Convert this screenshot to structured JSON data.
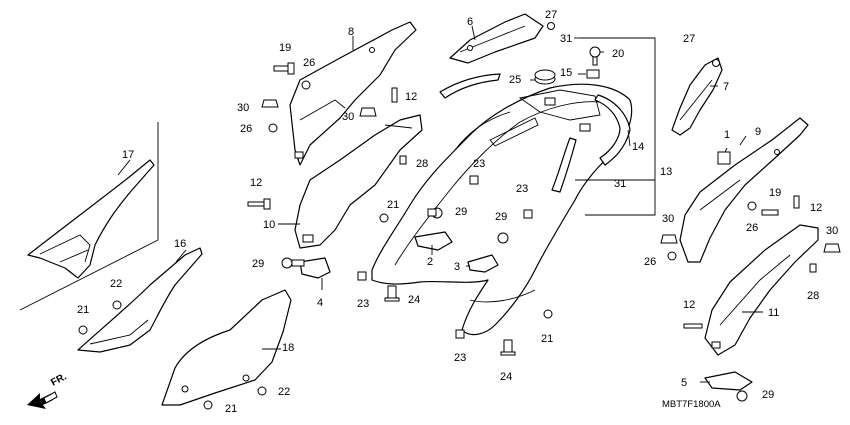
{
  "diagram_code": "MBT7F1800A",
  "front_indicator": "FR.",
  "callouts": [
    {
      "id": "c1",
      "text": "1"
    },
    {
      "id": "c2",
      "text": "2"
    },
    {
      "id": "c3",
      "text": "3"
    },
    {
      "id": "c4",
      "text": "4"
    },
    {
      "id": "c5",
      "text": "5"
    },
    {
      "id": "c6",
      "text": "6"
    },
    {
      "id": "c7",
      "text": "7"
    },
    {
      "id": "c8",
      "text": "8"
    },
    {
      "id": "c9",
      "text": "9"
    },
    {
      "id": "c10",
      "text": "10"
    },
    {
      "id": "c11",
      "text": "11"
    },
    {
      "id": "c12a",
      "text": "12"
    },
    {
      "id": "c12b",
      "text": "12"
    },
    {
      "id": "c12c",
      "text": "12"
    },
    {
      "id": "c12d",
      "text": "12"
    },
    {
      "id": "c13",
      "text": "13"
    },
    {
      "id": "c14",
      "text": "14"
    },
    {
      "id": "c15",
      "text": "15"
    },
    {
      "id": "c16",
      "text": "16"
    },
    {
      "id": "c17",
      "text": "17"
    },
    {
      "id": "c18",
      "text": "18"
    },
    {
      "id": "c19a",
      "text": "19"
    },
    {
      "id": "c19b",
      "text": "19"
    },
    {
      "id": "c20",
      "text": "20"
    },
    {
      "id": "c21a",
      "text": "21"
    },
    {
      "id": "c21b",
      "text": "21"
    },
    {
      "id": "c21c",
      "text": "21"
    },
    {
      "id": "c21d",
      "text": "21"
    },
    {
      "id": "c22a",
      "text": "22"
    },
    {
      "id": "c22b",
      "text": "22"
    },
    {
      "id": "c23a",
      "text": "23"
    },
    {
      "id": "c23b",
      "text": "23"
    },
    {
      "id": "c23c",
      "text": "23"
    },
    {
      "id": "c23d",
      "text": "23"
    },
    {
      "id": "c24a",
      "text": "24"
    },
    {
      "id": "c24b",
      "text": "24"
    },
    {
      "id": "c25",
      "text": "25"
    },
    {
      "id": "c26a",
      "text": "26"
    },
    {
      "id": "c26b",
      "text": "26"
    },
    {
      "id": "c26c",
      "text": "26"
    },
    {
      "id": "c26d",
      "text": "26"
    },
    {
      "id": "c27a",
      "text": "27"
    },
    {
      "id": "c27b",
      "text": "27"
    },
    {
      "id": "c28a",
      "text": "28"
    },
    {
      "id": "c28b",
      "text": "28"
    },
    {
      "id": "c29a",
      "text": "29"
    },
    {
      "id": "c29b",
      "text": "29"
    },
    {
      "id": "c29c",
      "text": "29"
    },
    {
      "id": "c29d",
      "text": "29"
    },
    {
      "id": "c30a",
      "text": "30"
    },
    {
      "id": "c30b",
      "text": "30"
    },
    {
      "id": "c30c",
      "text": "30"
    },
    {
      "id": "c30d",
      "text": "30"
    },
    {
      "id": "c31a",
      "text": "31"
    },
    {
      "id": "c31b",
      "text": "31"
    }
  ]
}
